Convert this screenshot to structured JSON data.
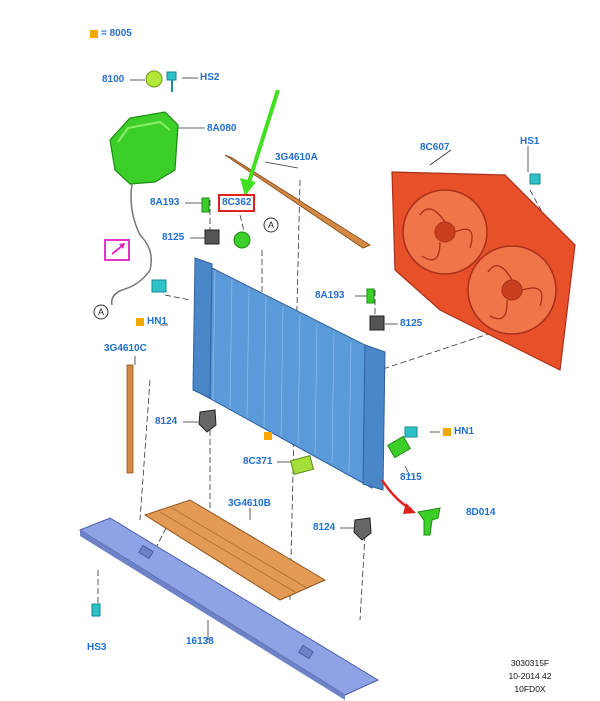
{
  "legend": {
    "marker_color": "#f6a800",
    "text": "= 8005"
  },
  "labels": {
    "l8100": "8100",
    "hs2": "HS2",
    "l8a080": "8A080",
    "l3g4610a": "3G4610A",
    "l8c607": "8C607",
    "hs1": "HS1",
    "l8a193_left": "8A193",
    "l8c362": "8C362",
    "l8125_left": "8125",
    "hn1_left": "HN1",
    "l8a193_right": "8A193",
    "l8125_right": "8125",
    "l3g4610c": "3G4610C",
    "l8124_left": "8124",
    "hn1_right": "HN1",
    "l8c371": "8C371",
    "l8115": "8115",
    "l3g4610b": "3G4610B",
    "l8d014": "8D014",
    "l8124_right": "8124",
    "hs3": "HS3",
    "l16138": "16138",
    "callout_a": "A"
  },
  "footer": {
    "line1": "3030315F",
    "line2": "10-2014 42",
    "line3": "10FD0X"
  },
  "colors": {
    "label_blue": "#1f6fd1",
    "radiator_blue": "#5b9ad8",
    "fan_red": "#e8502a",
    "tank_green": "#3ccf2a",
    "foam_orange": "#d48a45",
    "rail_blue": "#8ea3e6",
    "callout_red": "#e0201b",
    "arrow_green": "#3fe020",
    "magenta": "#e020c0"
  }
}
